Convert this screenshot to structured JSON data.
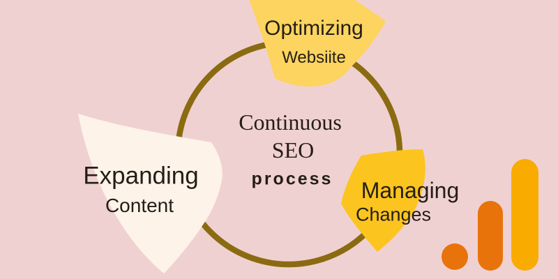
{
  "diagram": {
    "center": {
      "line1": "Continuous",
      "line2": "SEO",
      "line3": "process"
    },
    "nodes": [
      {
        "title": "Optimizing",
        "subtitle": "Websiite"
      },
      {
        "title": "Expanding",
        "subtitle": "Content"
      },
      {
        "title": "Managing",
        "subtitle": "Changes"
      }
    ]
  },
  "logo": {
    "name": "analytics-bars-logo"
  },
  "colors": {
    "background": "#F0D1D1",
    "ring": "#8B6B11",
    "optimizing_wedge": "#FCD45F",
    "expanding_wedge": "#FDF3E9",
    "managing_wedge": "#FCC41F",
    "text": "#241E17",
    "logo_orange": "#E8730B",
    "logo_amber": "#F9AB00"
  }
}
